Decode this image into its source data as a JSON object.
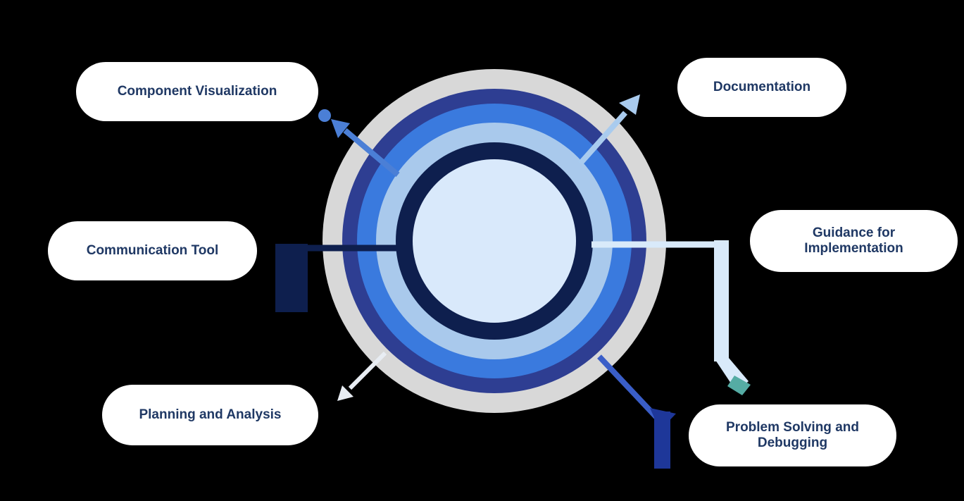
{
  "canvas": {
    "background": "#000000"
  },
  "diagram": {
    "type": "radial-spoke",
    "text_color": "#1f3864",
    "node_fill": "#ffffff",
    "center_rings": [
      {
        "name": "outer-gray-ring",
        "color": "#d8d8d8"
      },
      {
        "name": "indigo-ring",
        "color": "#2e3e92"
      },
      {
        "name": "bright-blue-ring",
        "color": "#3a7ade"
      },
      {
        "name": "light-blue-ring",
        "color": "#a9c9ec"
      },
      {
        "name": "navy-ring",
        "color": "#0e1f4e"
      },
      {
        "name": "core-circle",
        "color": "#d9e9fb"
      }
    ],
    "nodes": [
      {
        "label": "Component Visualization",
        "position": "top-left",
        "connector_color": "#4b7fd6"
      },
      {
        "label": "Documentation",
        "position": "top-right",
        "connector_color": "#a9cbee"
      },
      {
        "label": "Communication Tool",
        "position": "left",
        "connector_color": "#0e1f4e"
      },
      {
        "label": "Guidance for Implementation",
        "position": "right",
        "connector_color": "#d9eafa",
        "tip_accent_color": "#55aca4"
      },
      {
        "label": "Planning and Analysis",
        "position": "bottom-left",
        "connector_color": "#e8edf3"
      },
      {
        "label": "Problem Solving and Debugging",
        "position": "bottom-right",
        "connector_color": "#3a5ec8",
        "flag_color": "#1e3799"
      }
    ]
  }
}
